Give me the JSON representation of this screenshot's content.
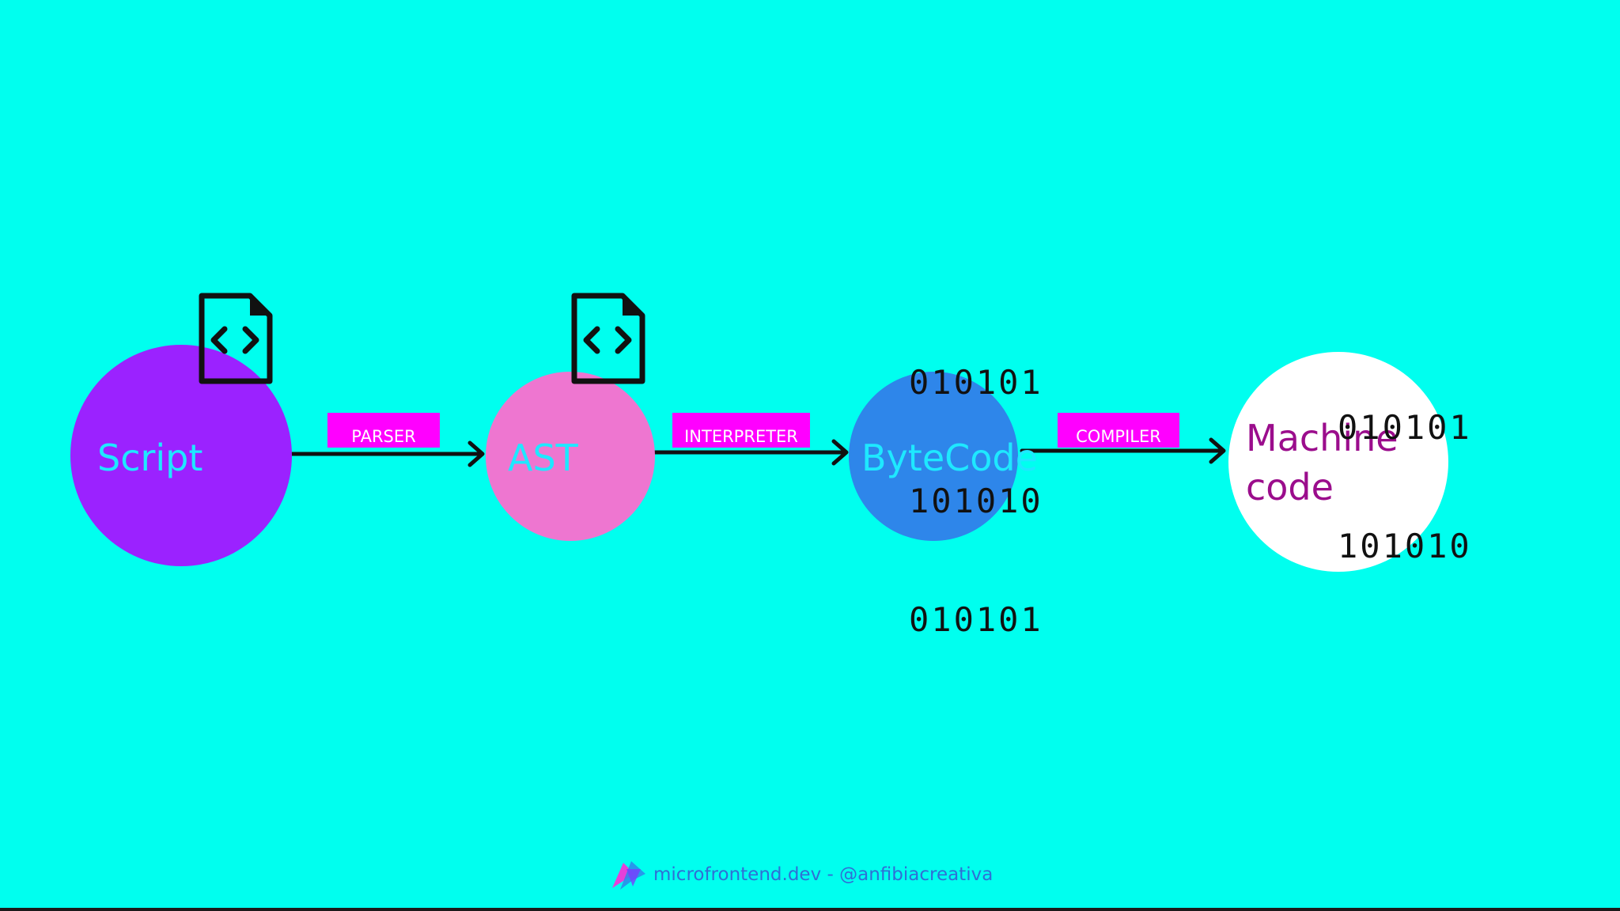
{
  "nodes": [
    {
      "label": "Script",
      "fill": "#9b22ff",
      "text_color": "#1ee8ff"
    },
    {
      "label": "AST",
      "fill": "#ee76d0",
      "text_color": "#1ee8ff"
    },
    {
      "label": "ByteCode",
      "fill": "#2e86ea",
      "text_color": "#1ee8ff"
    },
    {
      "label_line1": "Machine",
      "label_line2": "code",
      "fill": "#ffffff",
      "text_color": "#9b0d8c"
    }
  ],
  "stages": [
    "PARSER",
    "INTERPRETER",
    "COMPILER"
  ],
  "icons": [
    "code-file-icon",
    "code-file-icon",
    "arrow-right-icon",
    "logo-icon"
  ],
  "bytecode_binary": [
    "010101",
    "101010",
    "010101"
  ],
  "machine_binary": [
    "010101",
    "101010"
  ],
  "footer": {
    "text": "microfrontend.dev - @anfibiacreativa"
  },
  "colors": {
    "background": "#00ffef",
    "stage_tag": "#ff00ff",
    "arrow": "#111111",
    "footer_text": "#2f6fd6",
    "bottom_rule": "#1a1a1a"
  }
}
